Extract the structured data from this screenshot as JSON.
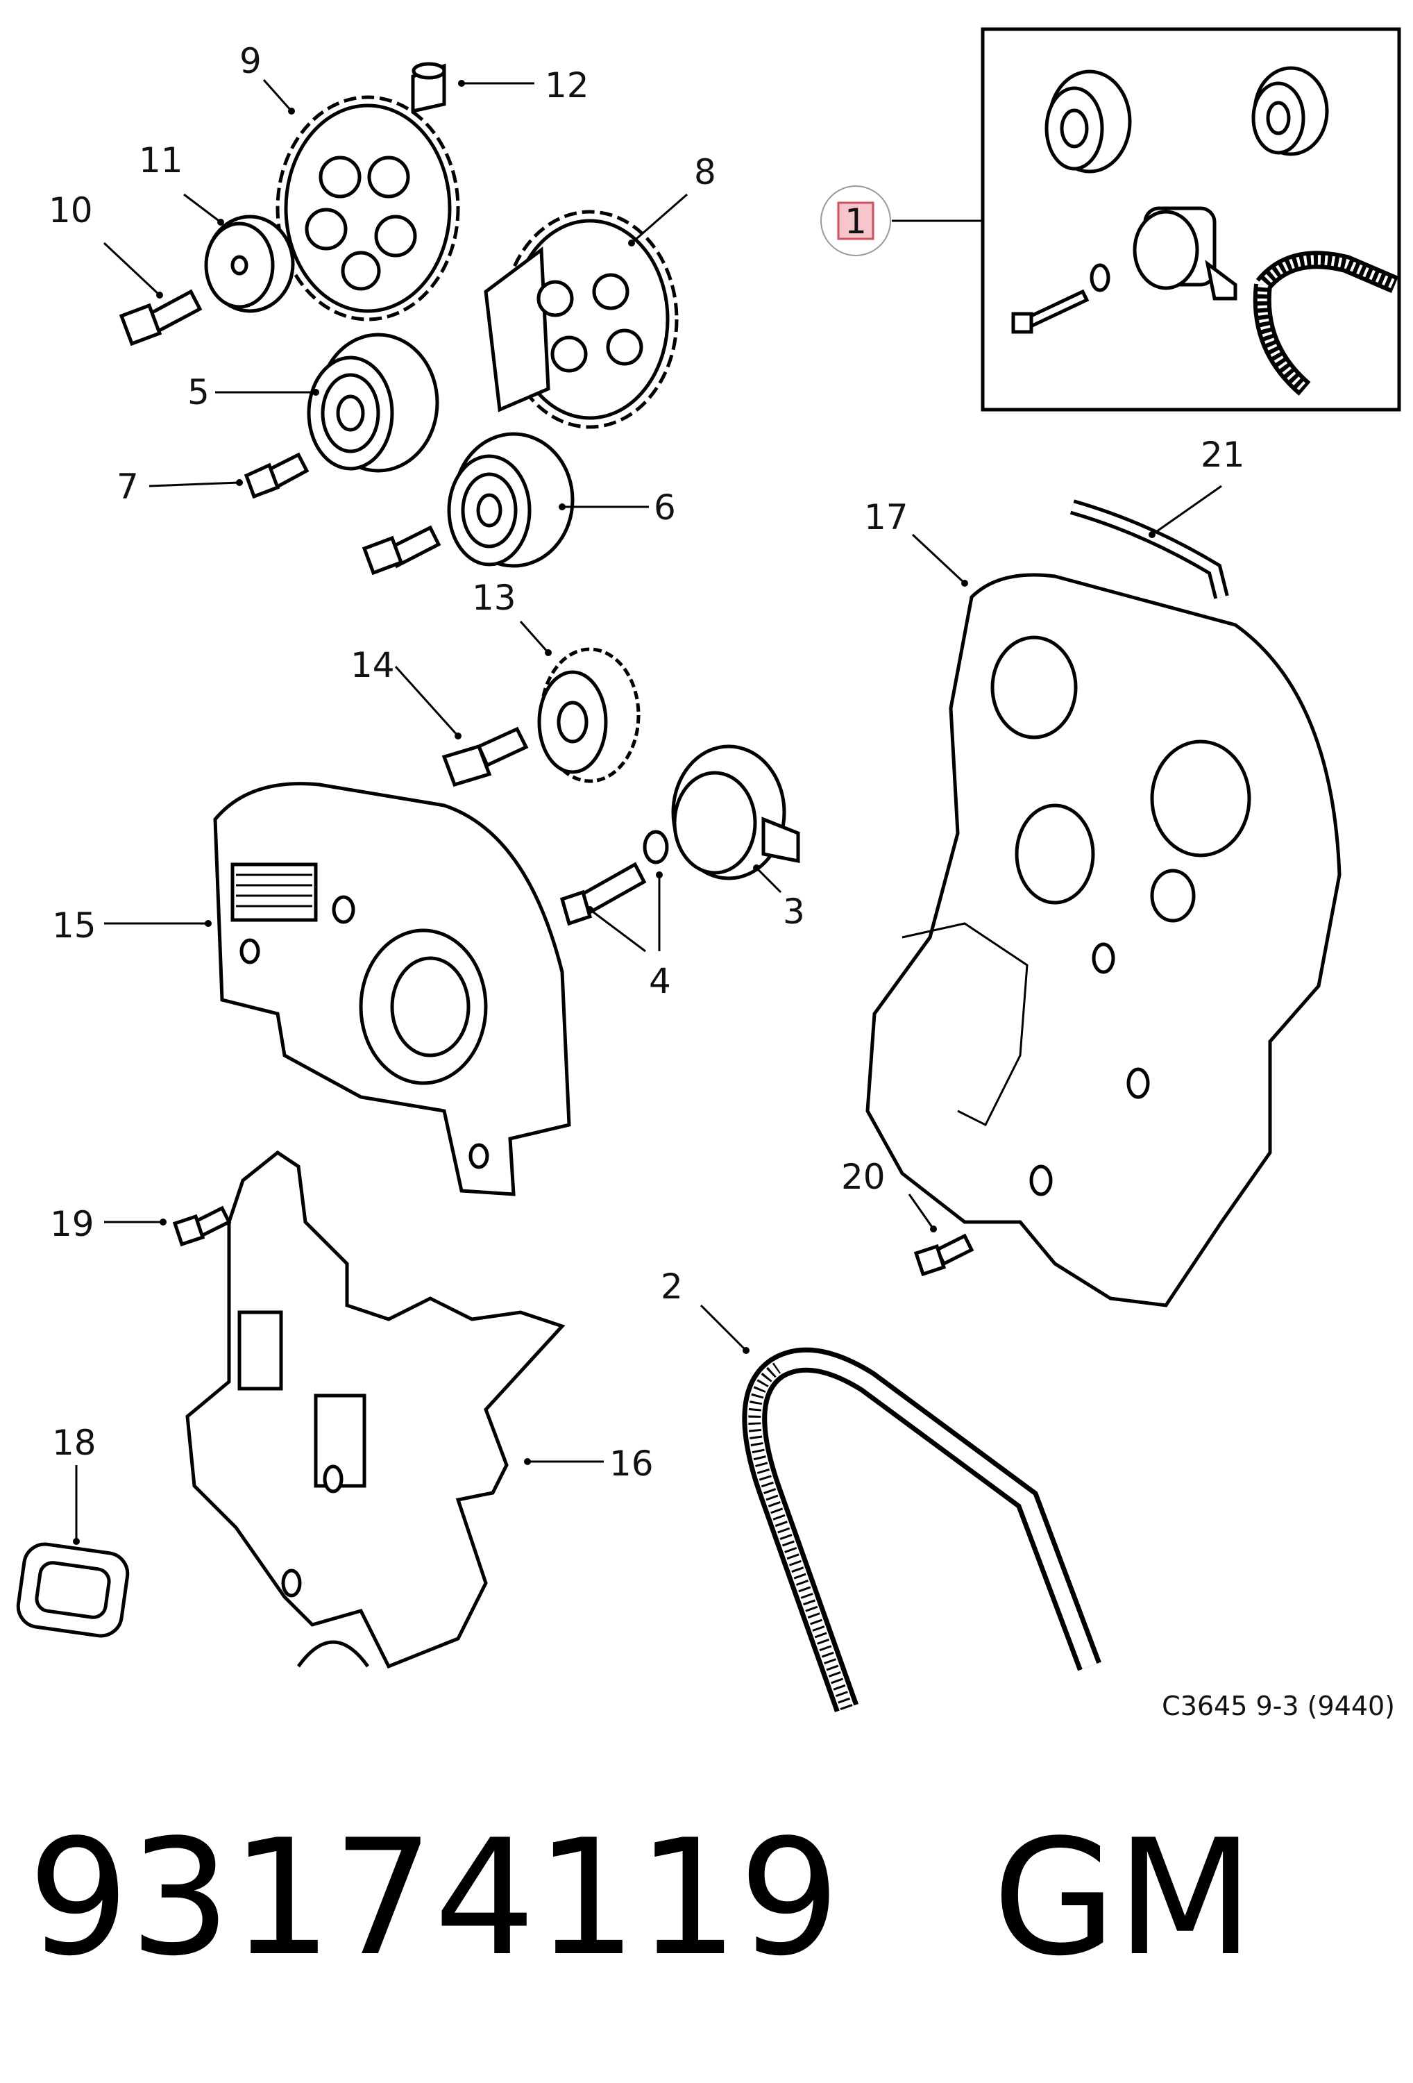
{
  "callouts": {
    "c1": "1",
    "c2": "2",
    "c3": "3",
    "c4": "4",
    "c5": "5",
    "c6": "6",
    "c7": "7",
    "c8": "8",
    "c9": "9",
    "c10": "10",
    "c11": "11",
    "c12": "12",
    "c13": "13",
    "c14": "14",
    "c15": "15",
    "c16": "16",
    "c17": "17",
    "c18": "18",
    "c19": "19",
    "c20": "20",
    "c21": "21"
  },
  "reference_code": "C3645 9-3 (9440)",
  "part_number": "93174119",
  "manufacturer": "GM",
  "colors": {
    "highlight_fill": "#f7c6cc",
    "highlight_stroke": "#d05060",
    "line": "#000000"
  }
}
